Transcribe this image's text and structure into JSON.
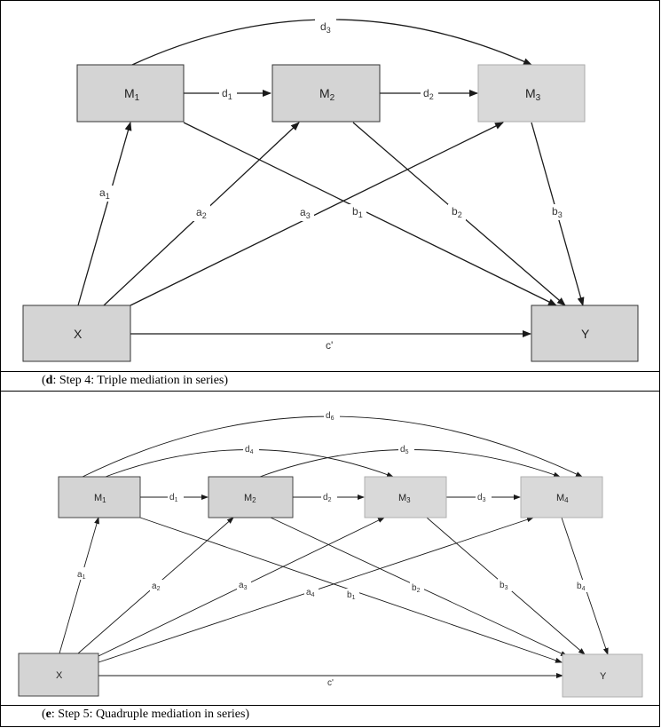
{
  "panel_d": {
    "caption_letter": "d",
    "caption_text": ": Step 4: Triple mediation in series",
    "nodes": {
      "x": "X",
      "y": "Y",
      "m1": "M",
      "m1_sub": "1",
      "m2": "M",
      "m2_sub": "2",
      "m3": "M",
      "m3_sub": "3"
    },
    "edges": {
      "a1": "a",
      "a1_sub": "1",
      "a2": "a",
      "a2_sub": "2",
      "a3": "a",
      "a3_sub": "3",
      "b1": "b",
      "b1_sub": "1",
      "b2": "b",
      "b2_sub": "2",
      "b3": "b",
      "b3_sub": "3",
      "d1": "d",
      "d1_sub": "1",
      "d2": "d",
      "d2_sub": "2",
      "d3": "d",
      "d3_sub": "3",
      "c": "c'"
    }
  },
  "panel_e": {
    "caption_letter": "e",
    "caption_text": ": Step 5: Quadruple mediation in series",
    "nodes": {
      "x": "X",
      "y": "Y",
      "m1": "M",
      "m1_sub": "1",
      "m2": "M",
      "m2_sub": "2",
      "m3": "M",
      "m3_sub": "3",
      "m4": "M",
      "m4_sub": "4"
    },
    "edges": {
      "a1": "a",
      "a1_sub": "1",
      "a2": "a",
      "a2_sub": "2",
      "a3": "a",
      "a3_sub": "3",
      "a4": "a",
      "a4_sub": "4",
      "b1": "b",
      "b1_sub": "1",
      "b2": "b",
      "b2_sub": "2",
      "b3": "b",
      "b3_sub": "3",
      "b4": "b",
      "b4_sub": "4",
      "d1": "d",
      "d1_sub": "1",
      "d2": "d",
      "d2_sub": "2",
      "d3": "d",
      "d3_sub": "3",
      "d4": "d",
      "d4_sub": "4",
      "d5": "d",
      "d5_sub": "5",
      "d6": "d",
      "d6_sub": "6",
      "c": "c'"
    }
  },
  "colors": {
    "node_fill": "#d4d4d4",
    "node_stroke": "#333333",
    "edge": "#1a1a1a"
  }
}
